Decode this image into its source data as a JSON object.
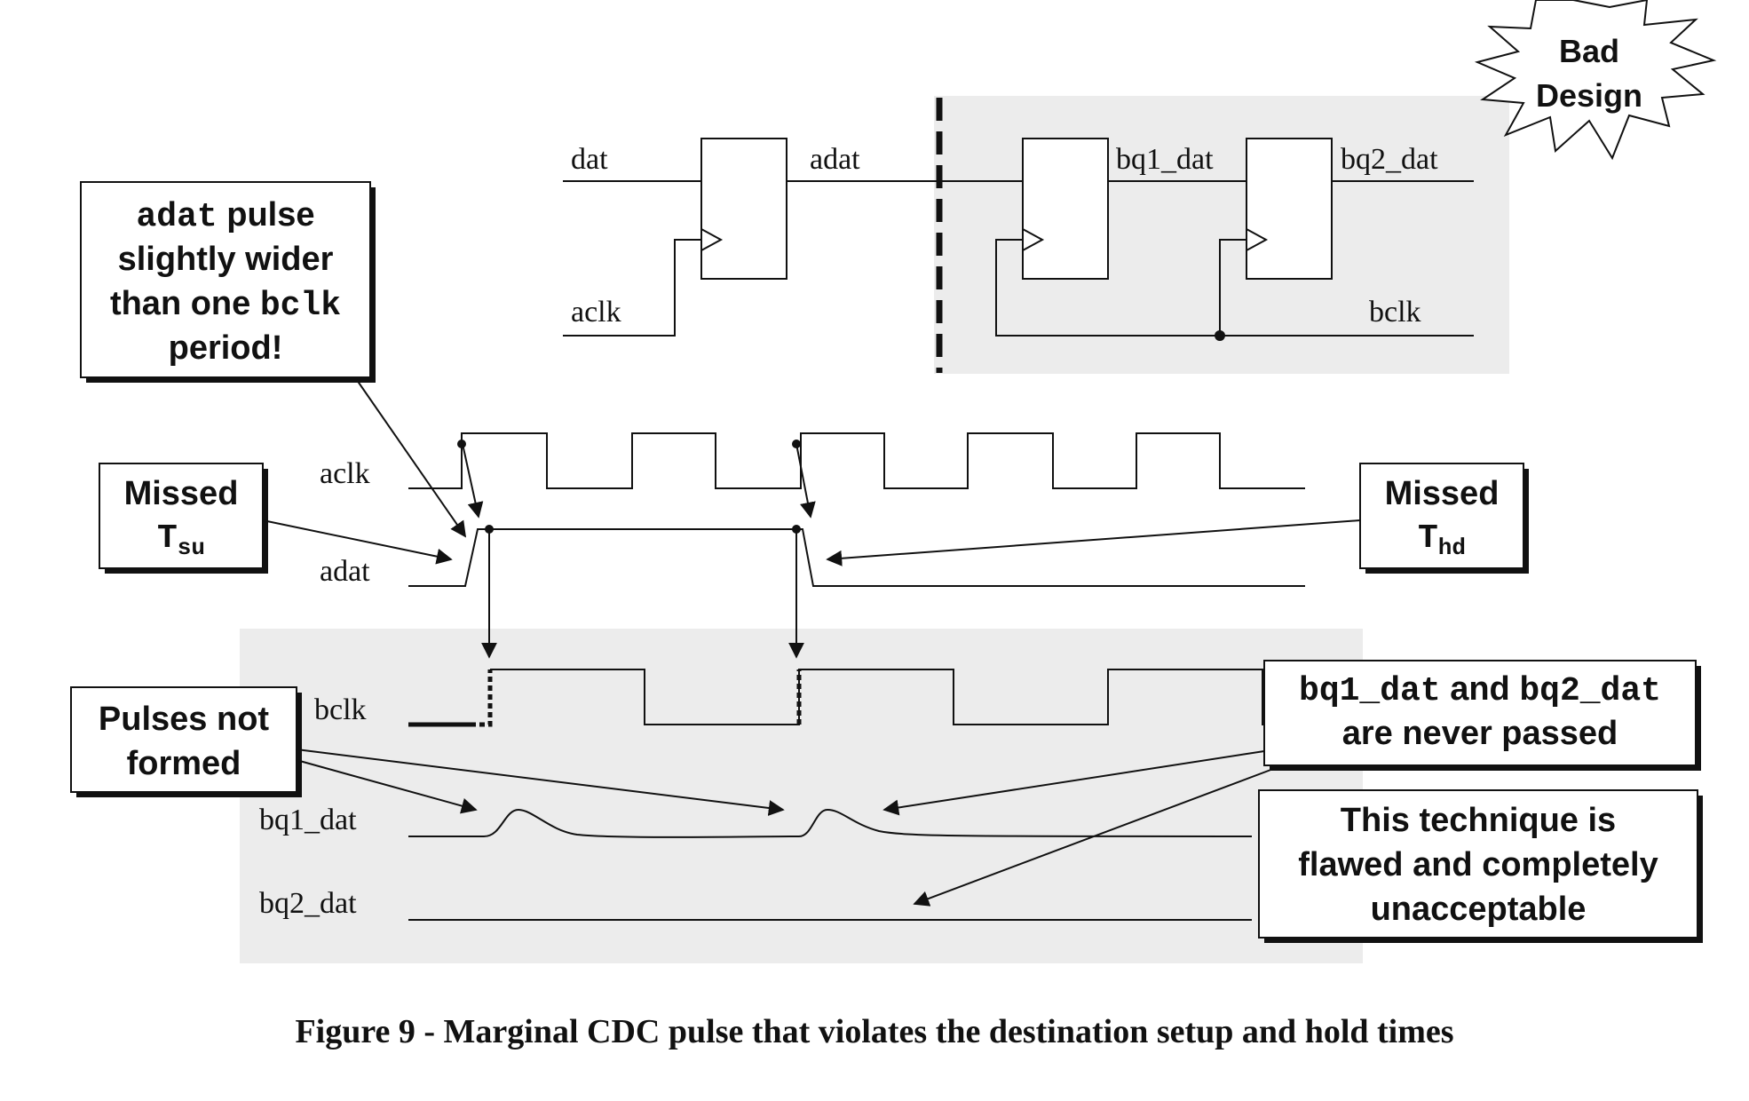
{
  "circuit": {
    "dat": "dat",
    "adat": "adat",
    "aclk": "aclk",
    "bq1_dat": "bq1_dat",
    "bq2_dat": "bq2_dat",
    "bclk": "bclk"
  },
  "badge": {
    "line1": "Bad",
    "line2": "Design"
  },
  "timing": {
    "aclk": "aclk",
    "adat": "adat",
    "bclk": "bclk",
    "bq1_dat": "bq1_dat",
    "bq2_dat": "bq2_dat"
  },
  "callouts": {
    "adat_pulse": {
      "code1": "adat",
      "text1": " pulse",
      "line2": "slightly wider",
      "text3": "than one ",
      "code3": "bclk",
      "line4": "period!"
    },
    "missed_tsu": {
      "line1": "Missed",
      "t": "T",
      "sub": "su"
    },
    "missed_thd": {
      "line1": "Missed",
      "t": "T",
      "sub": "hd"
    },
    "pulses_not_formed": {
      "line1": "Pulses not",
      "line2": "formed"
    },
    "never_passed": {
      "code1": "bq1_dat",
      "text1": " and ",
      "code2": "bq2_dat",
      "line2": "are never passed"
    },
    "flawed": {
      "line1": "This technique is",
      "line2": "flawed and completely",
      "line3": "unacceptable"
    }
  },
  "caption": "Figure 9 - Marginal CDC pulse that violates the destination setup and hold times",
  "colors": {
    "shade": "#ececec",
    "ink": "#111111"
  }
}
